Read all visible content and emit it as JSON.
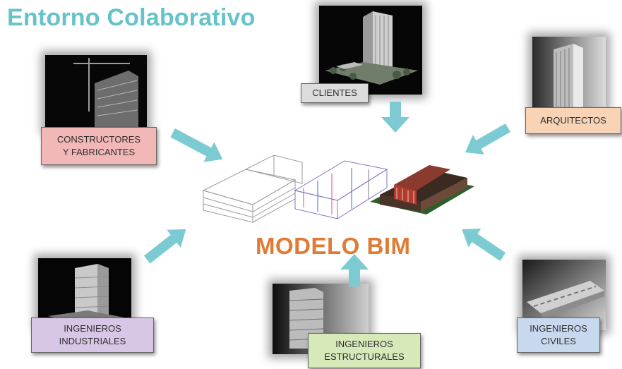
{
  "title": "Entorno Colaborativo",
  "center": {
    "title": "MODELO BIM"
  },
  "roles": {
    "clientes": {
      "line1": "CLIENTES",
      "bg": "#dcdcdc"
    },
    "arquitectos": {
      "line1": "ARQUITECTOS",
      "bg": "#f8d3b5"
    },
    "constructores": {
      "line1": "CONSTRUCTORES",
      "line2": "Y FABRICANTES",
      "bg": "#f2b7b7"
    },
    "industriales": {
      "line1": "INGENIEROS",
      "line2": "INDUSTRIALES",
      "bg": "#d8c6e6"
    },
    "estructurales": {
      "line1": "INGENIEROS",
      "line2": "ESTRUCTURALES",
      "bg": "#d5e9b9"
    },
    "civiles": {
      "line1": "INGENIEROS",
      "line2": "CIVILES",
      "bg": "#c8d8ef"
    }
  },
  "colors": {
    "title": "#66c3c9",
    "arrows": "#7ccbd3",
    "center_title": "#e07b35"
  },
  "icons": [
    "arrow-icon"
  ]
}
